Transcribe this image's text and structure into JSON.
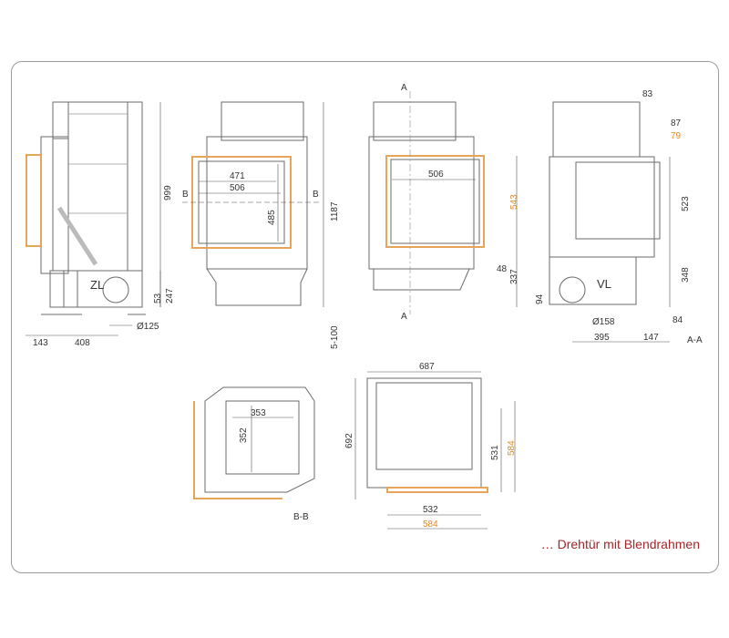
{
  "colors": {
    "frame_border": "#9a9a9a",
    "highlight": "#e6a55a",
    "footer_text": "#a3262a",
    "lines": "#6b6b6b"
  },
  "views": {
    "side": {
      "h_total": "999",
      "h_base": "247",
      "d_duct": "53",
      "duct_label": "ZL",
      "duct_diameter": "Ø125",
      "w_front": "143",
      "w_depth": "408"
    },
    "front": {
      "w_inner": "471",
      "w_outer": "506",
      "h_door": "485",
      "section_left": "B",
      "section_right": "B",
      "h_total": "1187",
      "h_feet": "5-100"
    },
    "front_alt": {
      "section_top": "A",
      "section_bottom": "A",
      "w_glass": "506",
      "h_frame": "543",
      "offset": "48",
      "h_base": "337"
    },
    "section_aa": {
      "top": "83",
      "d1": "87",
      "d2": "79",
      "h_door": "523",
      "h_base": "348",
      "duct_label": "VL",
      "h_duct": "94",
      "duct_diameter": "Ø158",
      "d_front": "84",
      "depth": "395",
      "d_front2": "147",
      "title": "A-A"
    },
    "section_bb": {
      "w": "353",
      "d": "352",
      "title": "B-B"
    },
    "plan": {
      "w_total": "687",
      "d_total": "692",
      "d_inner": "531",
      "d_frame": "584",
      "w_inner": "532",
      "w_frame": "584"
    }
  },
  "footer": "… Drehtür mit Blendrahmen"
}
